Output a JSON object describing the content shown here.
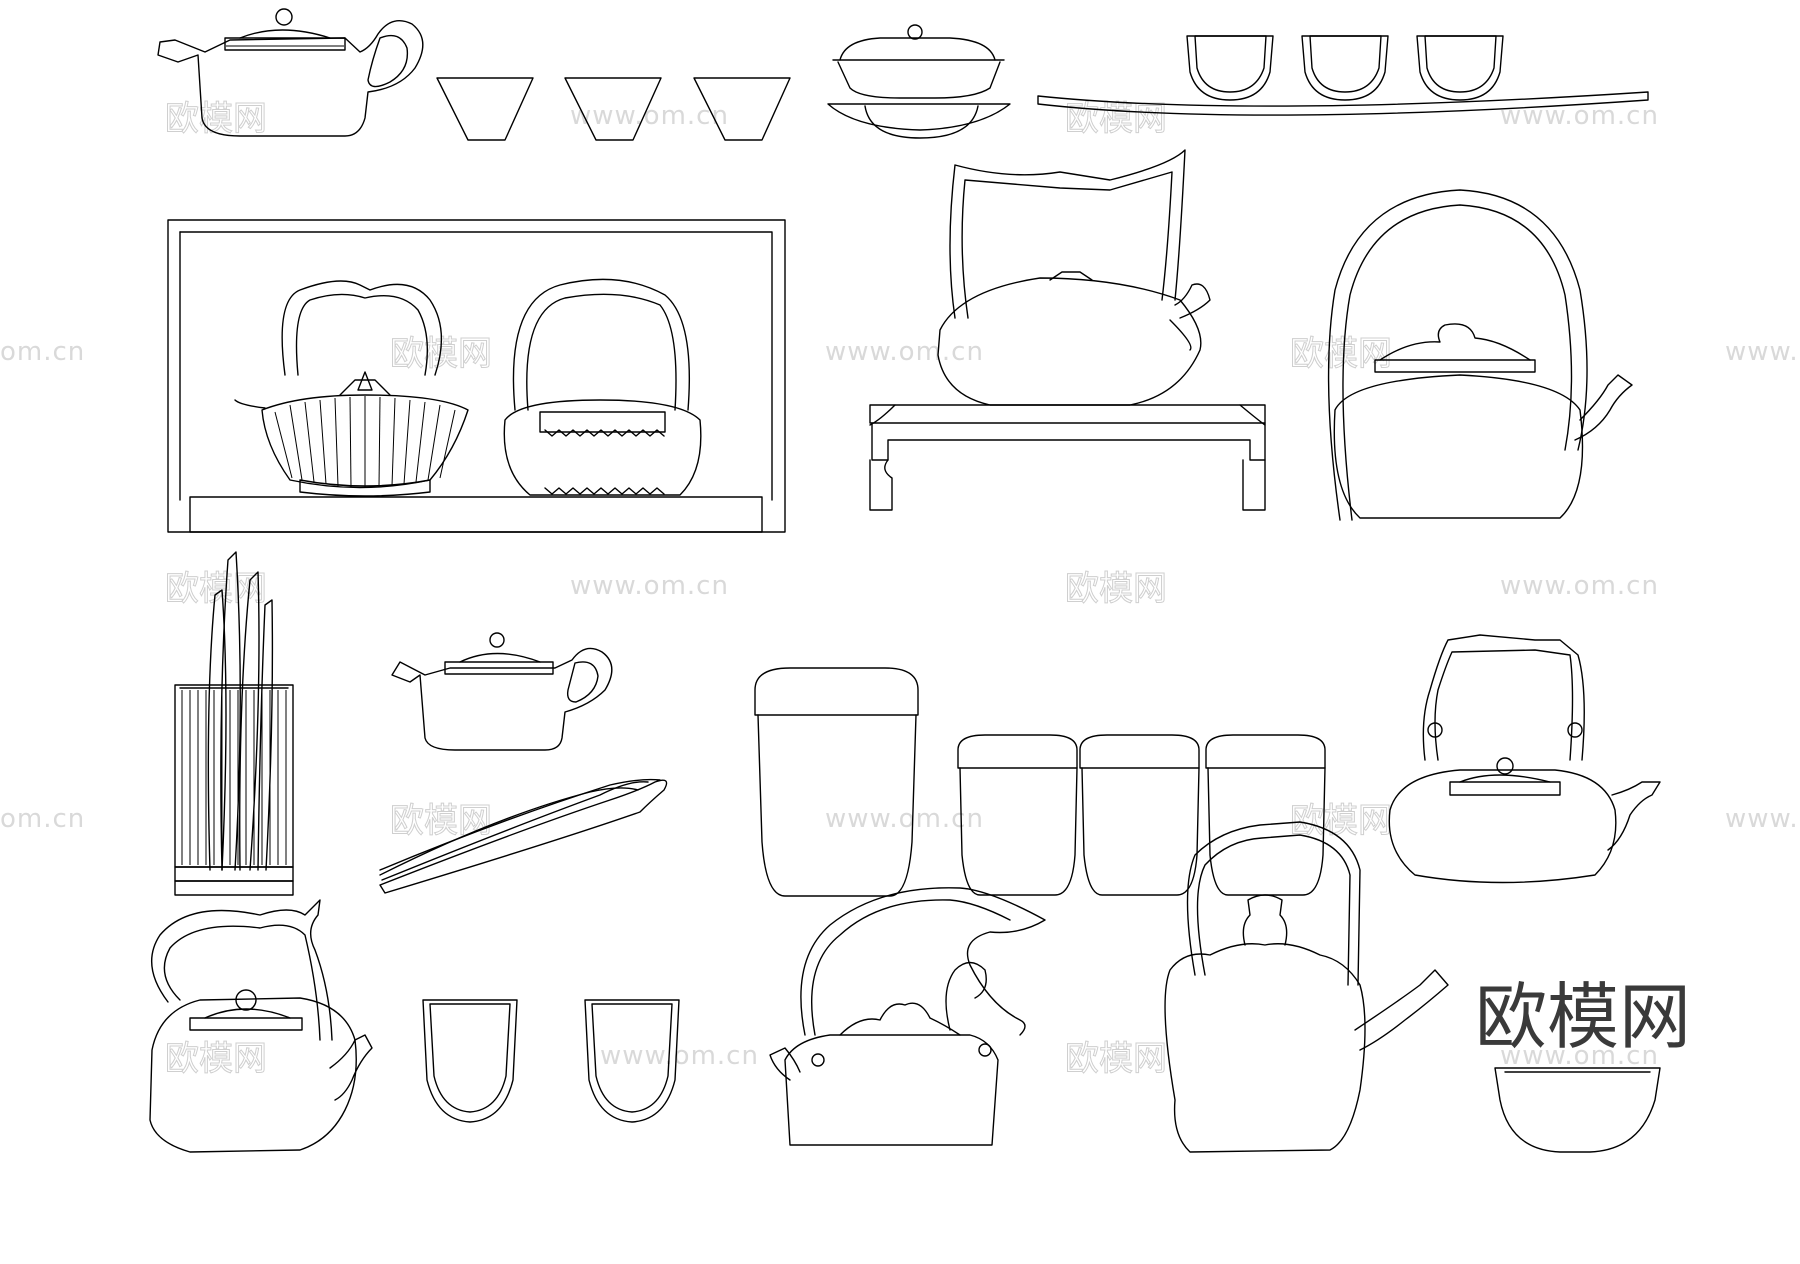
{
  "watermark": {
    "brand_cn": "欧模网",
    "url": "www.om.cn",
    "edge_fragment": "om.cn"
  },
  "logo": {
    "text": "欧模网"
  },
  "colors": {
    "line": "#000000",
    "watermark": "#d9d9d9",
    "logo": "#3a3a3a",
    "background": "#ffffff"
  }
}
